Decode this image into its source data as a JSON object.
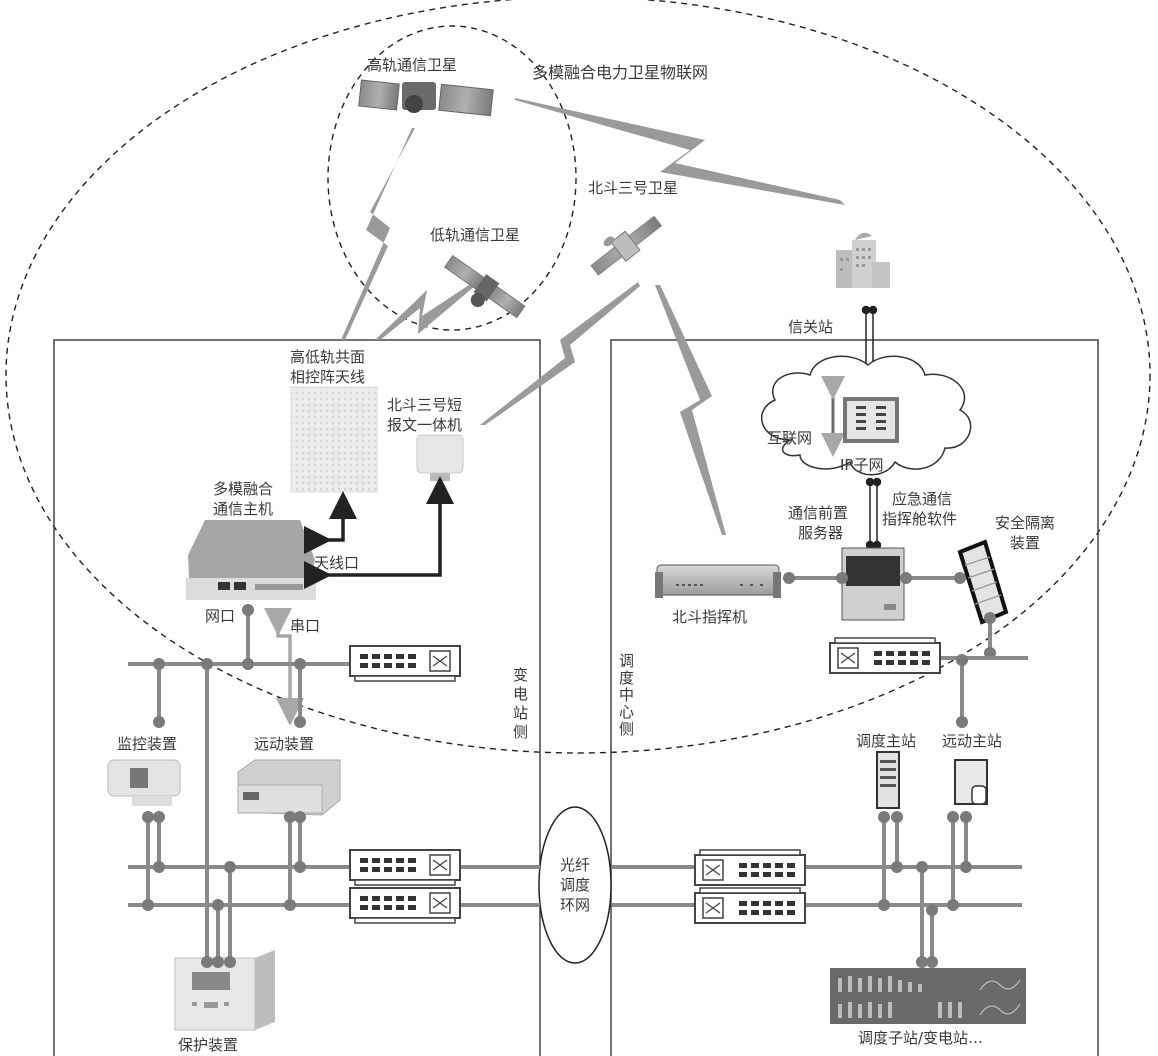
{
  "title": "多模融合电力卫星物联网",
  "colors": {
    "line": "#8a8a8a",
    "node": "#7a7a7a",
    "light_line": "#a8a8a8",
    "box": "#444444",
    "arrow": "#222222",
    "zigzag": "#9a9a9a"
  },
  "satellites": {
    "geo": "高轨通信卫星",
    "leo": "低轨通信卫星",
    "beidou": "北斗三号卫星"
  },
  "gateway": "信关站",
  "substation_side": {
    "region_label": "变电站侧",
    "antenna": [
      "高低轨共面",
      "相控阵天线"
    ],
    "beidou_terminal": [
      "北斗三号短",
      "报文一体机"
    ],
    "host": [
      "多模融合",
      "通信主机"
    ],
    "antenna_port": "天线口",
    "net_port": "网口",
    "serial_port": "串口",
    "monitor": "监控装置",
    "telecontrol": "远动装置",
    "protection": "保护装置"
  },
  "ring": [
    "光纤",
    "调度",
    "环网"
  ],
  "dispatch_side": {
    "region_label": "调度中心侧",
    "internet": "互联网",
    "ip_subnet": "IP子网",
    "front_server": [
      "通信前置",
      "服务器"
    ],
    "emergency_software": [
      "应急通信",
      "指挥舱软件"
    ],
    "isolation": [
      "安全隔离",
      "装置"
    ],
    "beidou_commander": "北斗指挥机",
    "dispatch_master": "调度主站",
    "telecontrol_master": "远动主站",
    "substations": "调度子站/变电站…"
  }
}
